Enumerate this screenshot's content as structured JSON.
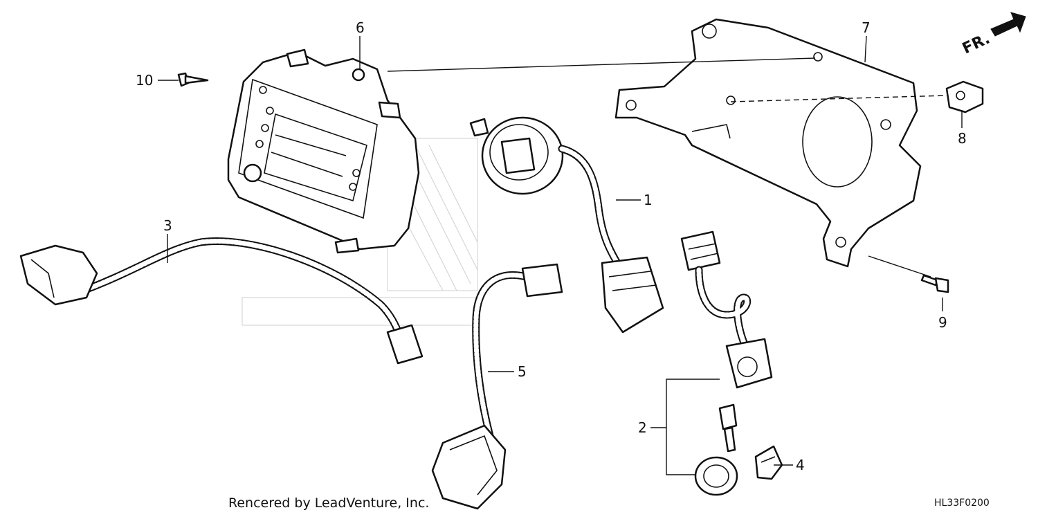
{
  "diagram": {
    "callouts": [
      {
        "id": "1",
        "label": "1"
      },
      {
        "id": "2",
        "label": "2"
      },
      {
        "id": "3",
        "label": "3"
      },
      {
        "id": "4",
        "label": "4"
      },
      {
        "id": "5",
        "label": "5"
      },
      {
        "id": "6",
        "label": "6"
      },
      {
        "id": "7",
        "label": "7"
      },
      {
        "id": "8",
        "label": "8"
      },
      {
        "id": "9",
        "label": "9"
      },
      {
        "id": "10",
        "label": "10"
      }
    ],
    "direction_label": "FR.",
    "footer_credit": "Rencered by LeadVenture, Inc.",
    "diagram_code": "HL33F0200"
  }
}
